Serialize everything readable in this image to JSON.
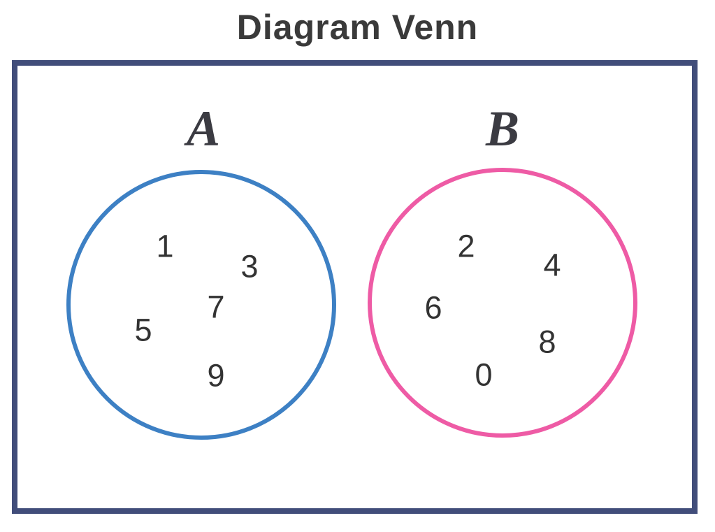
{
  "title": "Diagram Venn",
  "sets": [
    {
      "label": "A",
      "circle_color": "#3d80c4",
      "items": [
        "1",
        "3",
        "7",
        "5",
        "9"
      ]
    },
    {
      "label": "B",
      "circle_color": "#ee5ba5",
      "items": [
        "2",
        "4",
        "6",
        "8",
        "0"
      ]
    }
  ],
  "colors": {
    "frame_border": "#414d7a",
    "title_text": "#3a3a3a",
    "set_label_text": "#3b3b42",
    "number_text": "#333333",
    "background": "#ffffff"
  }
}
